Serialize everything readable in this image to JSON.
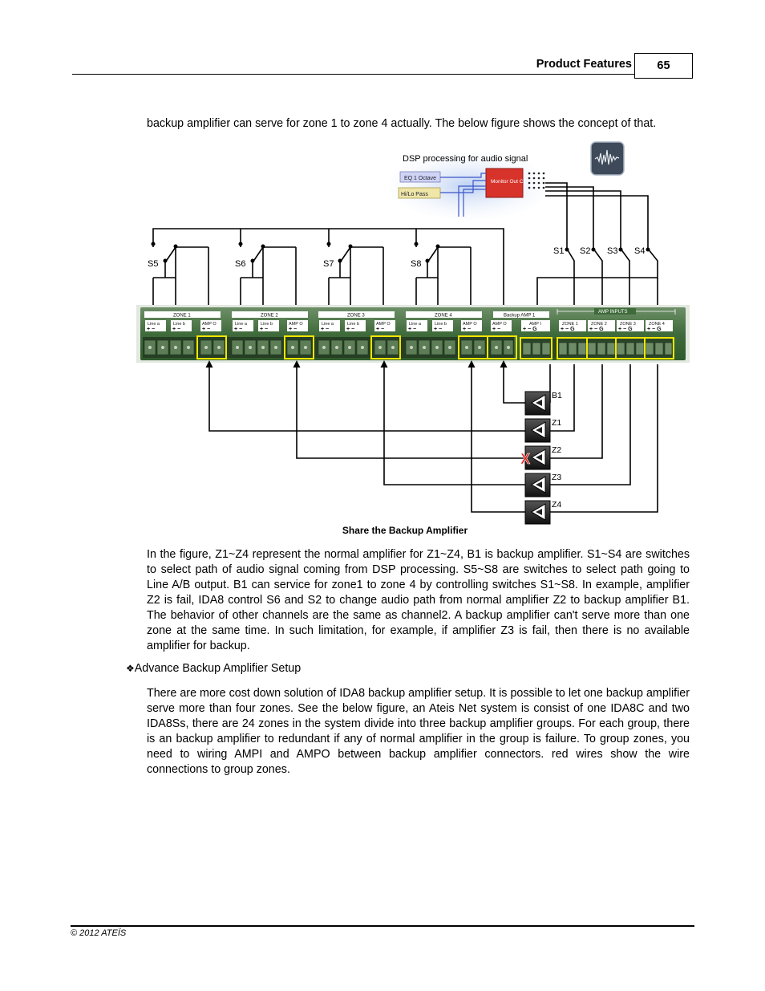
{
  "header": {
    "section": "Product Features",
    "page_number": "65"
  },
  "intro_text": "backup amplifier can serve for zone 1 to zone 4 actually. The below figure shows the concept of that.",
  "figure": {
    "dsp_label": "DSP processing for audio signal",
    "dsp_blocks": [
      "EQ 1 Octave",
      "Hi/Lo Pass"
    ],
    "monitor_label": "Monitor Out C",
    "switch_labels_left": [
      "S5",
      "S6",
      "S7",
      "S8"
    ],
    "switch_labels_right": [
      "S1",
      "S2",
      "S3",
      "S4"
    ],
    "zone_headers": [
      "ZONE 1",
      "ZONE 2",
      "ZONE 3",
      "ZONE 4",
      "Backup AMP 1"
    ],
    "amp_inputs_header": "AMP INPUTS",
    "port_labels": [
      "Line a",
      "Line b",
      "AMP O"
    ],
    "backup_port_labels": [
      "AMP O",
      "AMP I"
    ],
    "amp_input_labels": [
      "ZONE 1",
      "ZONE 2",
      "ZONE 3",
      "ZONE 4"
    ],
    "amp_labels": [
      "B1",
      "Z1",
      "Z2",
      "Z3",
      "Z4"
    ],
    "failed_marker": "X",
    "colors": {
      "board": "#3f6b3b",
      "highlight": "#f2e600",
      "dsp_panel": "#d7332b",
      "fail": "#e0201b"
    }
  },
  "caption": "Share the Backup Amplifier",
  "paragraph1": "In the figure, Z1~Z4 represent the normal amplifier for Z1~Z4, B1 is backup amplifier. S1~S4 are switches to select path of audio signal coming from DSP processing. S5~S8 are switches to select path going to Line A/B output. B1 can service for zone1 to zone 4 by controlling switches S1~S8. In example, amplifier Z2 is fail, IDA8 control S6 and S2 to change audio path from normal amplifier Z2 to backup amplifier B1. The behavior of other channels are the same as channel2. A backup amplifier can't serve more than one zone at the same time. In such limitation, for example, if amplifier Z3 is fail, then there is no available amplifier for backup.",
  "bullet_heading": "Advance Backup Amplifier Setup",
  "bullet_symbol": "❖",
  "paragraph2": "There are more cost down solution of IDA8 backup amplifier setup. It is possible to let one backup amplifier serve more than four zones. See the below figure, an Ateis Net system is consist of one IDA8C and two IDA8Ss, there are 24 zones in the system divide into three backup amplifier groups. For each group, there is an backup amplifier to redundant if any of normal amplifier in the group is failure. To group zones, you need to wiring AMPI and AMPO between backup amplifier connectors. red wires show the wire connections to group zones.",
  "footer": "© 2012 ATEÏS"
}
